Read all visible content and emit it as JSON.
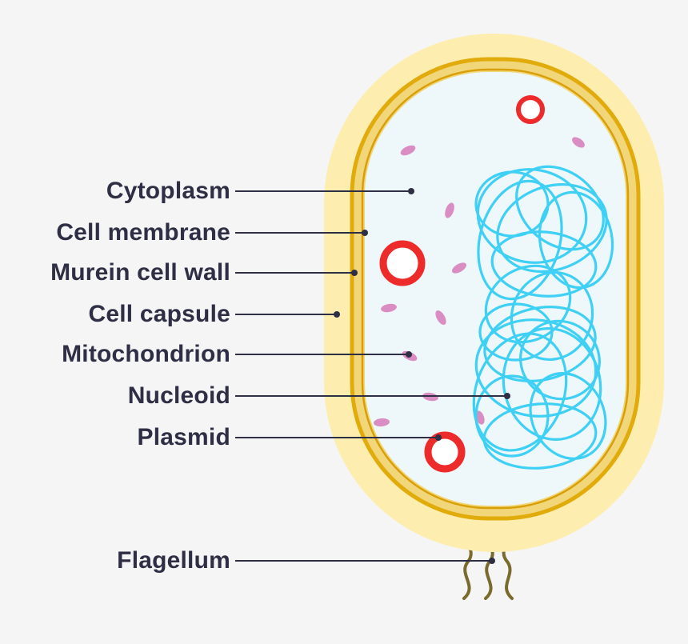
{
  "labels": {
    "cytoplasm": "Cytoplasm",
    "cell_membrane": "Cell membrane",
    "murein_cell_wall": "Murein cell wall",
    "cell_capsule": "Cell capsule",
    "mitochondrion": "Mitochondrion",
    "nucleoid": "Nucleoid",
    "plasmid": "Plasmid",
    "flagellum": "Flagellum"
  },
  "colors": {
    "background": "#f5f5f6",
    "capsule": "#fdeeb0",
    "cell_wall": "#e2ab0c",
    "membrane": "#f2d77a",
    "cytoplasm": "#eef7fa",
    "nucleoid": "#3fd0f5",
    "plasmid": "#ee2b2b",
    "mitochondrion": "#d98dc2",
    "flagellum": "#7a6a2c",
    "leader_line": "#2e2f45"
  }
}
